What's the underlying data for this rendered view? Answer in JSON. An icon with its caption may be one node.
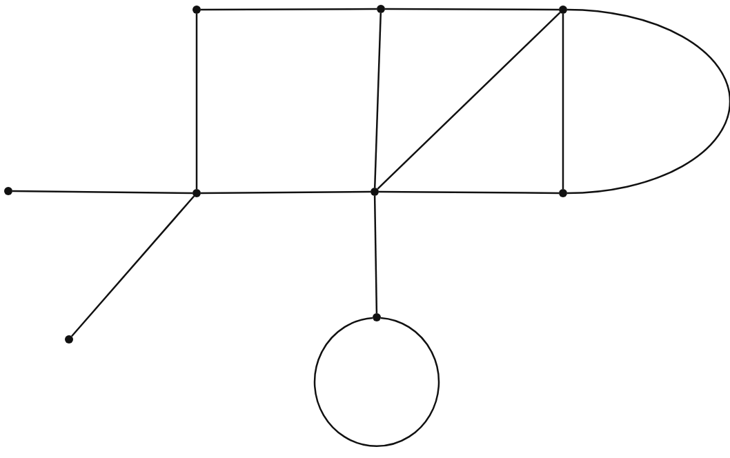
{
  "diagram": {
    "nodes": [
      {
        "text": [],
        "shape": "circle"
      },
      {
        "text": [],
        "shape": "circle"
      },
      {
        "text": [],
        "shape": "circle"
      },
      {
        "text": [],
        "shape": "circle"
      },
      {
        "text": [],
        "shape": "circle"
      },
      {
        "text": [],
        "shape": "circle"
      },
      {
        "text": [],
        "shape": "circle"
      },
      {
        "text": [],
        "shape": "circle"
      },
      {
        "text": [],
        "shape": "circle"
      }
    ],
    "edges": [
      {
        "from": 0,
        "to": 1,
        "arrow": "none"
      },
      {
        "from": 1,
        "to": 2,
        "arrow": "none"
      },
      {
        "from": 0,
        "to": 4,
        "arrow": "none"
      },
      {
        "from": 1,
        "to": 5,
        "arrow": "none"
      },
      {
        "from": 2,
        "to": 5,
        "arrow": "none"
      },
      {
        "from": 2,
        "to": 6,
        "arrow": "none"
      },
      {
        "from": 2,
        "to": 6,
        "arrow": "none"
      },
      {
        "from": 3,
        "to": 4,
        "arrow": "none"
      },
      {
        "from": 4,
        "to": 5,
        "arrow": "none"
      },
      {
        "from": 5,
        "to": 6,
        "arrow": "none"
      },
      {
        "from": 4,
        "to": 8,
        "arrow": "none"
      },
      {
        "from": 5,
        "to": 7,
        "arrow": "none"
      },
      {
        "from": 7,
        "to": 7,
        "arrow": "none"
      }
    ]
  }
}
